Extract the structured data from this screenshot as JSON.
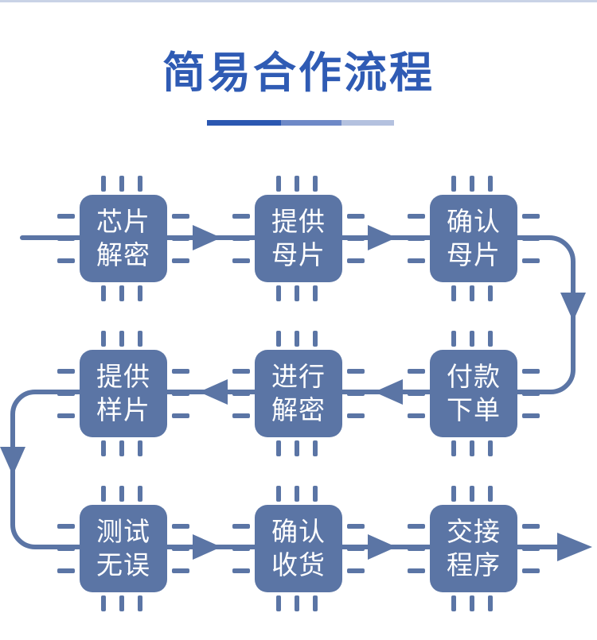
{
  "title": "简易合作流程",
  "colors": {
    "accent": "#2f5bb4",
    "chip": "#5b75a5",
    "chip_text": "#ffffff",
    "bar_dark": "#2b57b1",
    "bar_mid": "#6e89c7",
    "bar_light": "#b4c1df"
  },
  "steps": [
    {
      "line1": "芯片",
      "line2": "解密"
    },
    {
      "line1": "提供",
      "line2": "母片"
    },
    {
      "line1": "确认",
      "line2": "母片"
    },
    {
      "line1": "付款",
      "line2": "下单"
    },
    {
      "line1": "进行",
      "line2": "解密"
    },
    {
      "line1": "提供",
      "line2": "样片"
    },
    {
      "line1": "测试",
      "line2": "无误"
    },
    {
      "line1": "确认",
      "line2": "收货"
    },
    {
      "line1": "交接",
      "line2": "程序"
    }
  ]
}
